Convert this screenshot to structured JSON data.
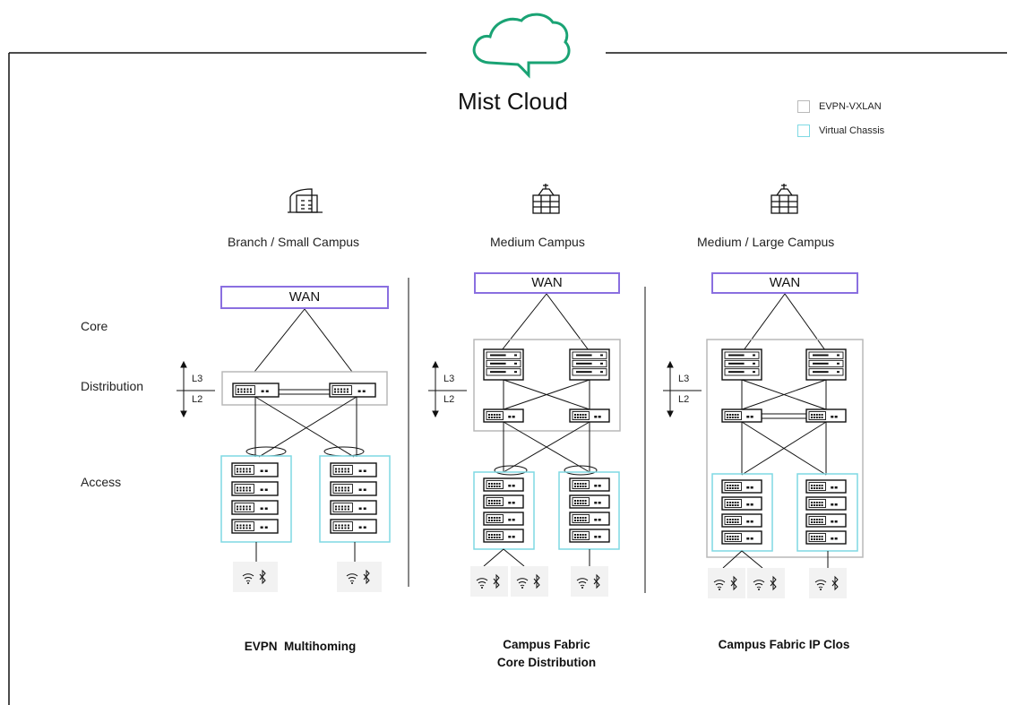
{
  "header": {
    "cloud_label": "Mist Cloud"
  },
  "legend": {
    "items": [
      {
        "label": "EVPN-VXLAN",
        "color": "#b9b9b9"
      },
      {
        "label": "Virtual Chassis",
        "color": "#7fd9e3"
      }
    ]
  },
  "layers": {
    "core": "Core",
    "distribution": "Distribution",
    "access": "Access"
  },
  "layer_markers": {
    "upper": "L3",
    "lower": "L2"
  },
  "columns": [
    {
      "site_label": "Branch / Small Campus",
      "wan_label": "WAN",
      "caption": [
        "EVPN  Multihoming"
      ],
      "site_icon": "office-building-icon"
    },
    {
      "site_label": "Medium Campus",
      "wan_label": "WAN",
      "caption": [
        "Campus Fabric",
        "Core Distribution"
      ],
      "site_icon": "campus-building-icon"
    },
    {
      "site_label": "Medium / Large Campus",
      "wan_label": "WAN",
      "caption": [
        "Campus Fabric IP Clos"
      ],
      "site_icon": "campus-building-icon"
    }
  ],
  "colors": {
    "wan_border": "#8a6fe0",
    "cloud": "#1aa374",
    "evpn_box": "#b9b9b9",
    "vc_box": "#7fd9e3"
  },
  "icons": [
    "cloud-icon",
    "switch-icon",
    "chassis-switch-icon",
    "wifi-icon",
    "bluetooth-icon"
  ]
}
